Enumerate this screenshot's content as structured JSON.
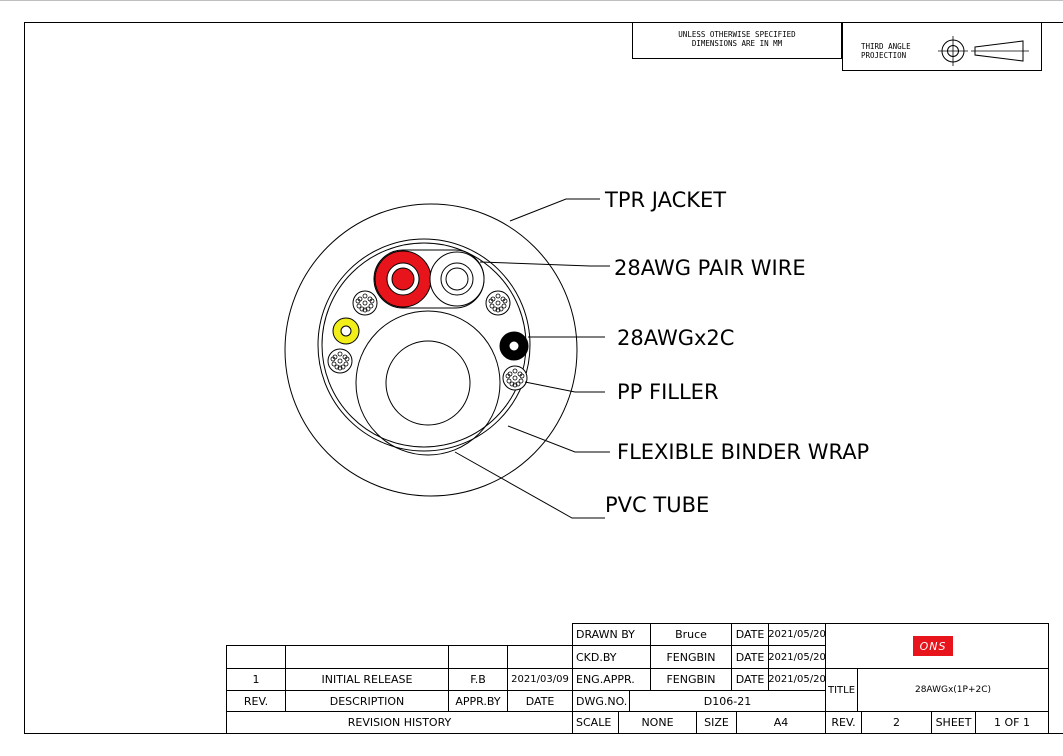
{
  "notes": {
    "unless_line1": "UNLESS OTHERWISE SPECIFIED",
    "unless_line2": "DIMENSIONS ARE IN MM",
    "projection_line1": "THIRD ANGLE",
    "projection_line2": "PROJECTION"
  },
  "callouts": {
    "jacket": "TPR JACKET",
    "pair_wire": "28AWG PAIR WIRE",
    "awg2c": "28AWGx2C",
    "filler": "PP FILLER",
    "binder": "FLEXIBLE BINDER WRAP",
    "tube": "PVC TUBE"
  },
  "colors": {
    "red_conductor": "#e8141b",
    "yellow_conductor": "#f2ee19",
    "black_conductor": "#000000"
  },
  "revision": {
    "row1": {
      "rev": "1",
      "description": "INITIAL RELEASE",
      "appr_by": "F.B",
      "date": "2021/03/09"
    },
    "headers": {
      "rev": "REV.",
      "description": "DESCRIPTION",
      "appr_by": "APPR.BY",
      "date": "DATE"
    },
    "title": "REVISION HISTORY"
  },
  "titleblock": {
    "drawn_by_label": "DRAWN BY",
    "drawn_by": "Bruce",
    "ckd_by_label": "CKD.BY",
    "ckd_by": "FENGBIN",
    "eng_appr_label": "ENG.APPR.",
    "eng_appr": "FENGBIN",
    "date_label": "DATE",
    "date1": "2021/05/20",
    "date2": "2021/05/20",
    "date3": "2021/05/20",
    "dwg_no_label": "DWG.NO.",
    "dwg_no": "D106-21",
    "scale_label": "SCALE",
    "scale": "NONE",
    "size_label": "SIZE",
    "size": "A4",
    "rev_label": "REV.",
    "rev": "2",
    "sheet_label": "SHEET",
    "sheet": "1 OF 1",
    "title_label": "TITLE",
    "title": "28AWGx(1P+2C)",
    "logo_text": "ONS"
  }
}
